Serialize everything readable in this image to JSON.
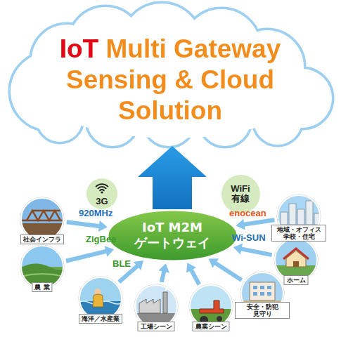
{
  "diagram": {
    "title": "IoT Multi Gateway Sensing & Cloud Solution",
    "nodes": [
      {
        "text": [
          "IoT M2M ゲートウェイ"
        ]
      },
      {
        "text": [
          "3G"
        ]
      },
      {
        "text": [
          "WiFi 有線"
        ]
      },
      {
        "text": [
          "社会インフラ"
        ]
      },
      {
        "text": [
          "農 業"
        ]
      },
      {
        "text": [
          "海洋／水産業"
        ]
      },
      {
        "text": [
          "工場シーン"
        ]
      },
      {
        "text": [
          "農業シーン"
        ]
      },
      {
        "text": [
          "安全・防犯 見守り"
        ]
      },
      {
        "text": [
          "ホーム"
        ]
      },
      {
        "text": [
          "地域・オフィス 学校・住宅"
        ]
      }
    ],
    "edges": [
      {
        "from": 3,
        "to": 0,
        "arrow": "to"
      },
      {
        "from": 4,
        "to": 0,
        "arrow": "to"
      },
      {
        "from": 5,
        "to": 0,
        "arrow": "to"
      },
      {
        "from": 6,
        "to": 0,
        "arrow": "to"
      },
      {
        "from": 7,
        "to": 0,
        "arrow": "to"
      },
      {
        "from": 8,
        "to": 0,
        "arrow": "to"
      },
      {
        "from": 9,
        "to": 0,
        "arrow": "to"
      },
      {
        "from": 10,
        "to": 0,
        "arrow": "to"
      }
    ],
    "labels": [
      "920MHz",
      "ZigBee",
      "BLE",
      "enocean",
      "Wi-SUN"
    ]
  }
}
